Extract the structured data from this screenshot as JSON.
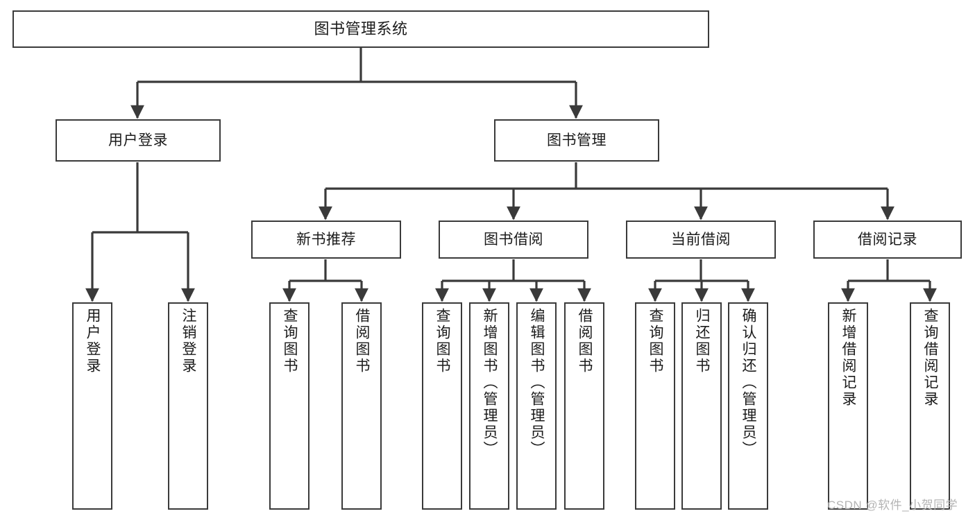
{
  "diagram": {
    "type": "tree-hierarchy",
    "title": "图书管理系统",
    "orientation": "top-down",
    "watermark": "CSDN @软件_小贺同学",
    "colors": {
      "box_border": "#3a3a3a",
      "box_fill": "#ffffff",
      "edge": "#3a3a3a",
      "text": "#1b1b1b",
      "watermark": "#b4b4b4",
      "background": "#ffffff"
    },
    "nodes": {
      "root": {
        "label": "图书管理系统",
        "level": 0
      },
      "level1": [
        {
          "id": "user-login",
          "label": "用户登录"
        },
        {
          "id": "book-manage",
          "label": "图书管理"
        }
      ],
      "level2": [
        {
          "id": "new-book-recommend",
          "label": "新书推荐",
          "parent": "book-manage"
        },
        {
          "id": "book-borrow",
          "label": "图书借阅",
          "parent": "book-manage"
        },
        {
          "id": "current-borrow",
          "label": "当前借阅",
          "parent": "book-manage"
        },
        {
          "id": "borrow-record",
          "label": "借阅记录",
          "parent": "book-manage"
        }
      ],
      "leaves": [
        {
          "id": "leaf-user-login",
          "label": "用户登录",
          "parent": "user-login"
        },
        {
          "id": "leaf-user-logout",
          "label": "注销登录",
          "parent": "user-login"
        },
        {
          "id": "leaf-query-book-1",
          "label": "查询图书",
          "parent": "new-book-recommend"
        },
        {
          "id": "leaf-borrow-book-1",
          "label": "借阅图书",
          "parent": "new-book-recommend"
        },
        {
          "id": "leaf-query-book-2",
          "label": "查询图书",
          "parent": "book-borrow"
        },
        {
          "id": "leaf-add-book",
          "label": "新增图书（管理员）",
          "parent": "book-borrow"
        },
        {
          "id": "leaf-edit-book",
          "label": "编辑图书（管理员）",
          "parent": "book-borrow"
        },
        {
          "id": "leaf-borrow-book-2",
          "label": "借阅图书",
          "parent": "book-borrow"
        },
        {
          "id": "leaf-query-book-3",
          "label": "查询图书",
          "parent": "current-borrow"
        },
        {
          "id": "leaf-return-book",
          "label": "归还图书",
          "parent": "current-borrow"
        },
        {
          "id": "leaf-confirm-return",
          "label": "确认归还（管理员）",
          "parent": "current-borrow"
        },
        {
          "id": "leaf-add-record",
          "label": "新增借阅记录",
          "parent": "borrow-record"
        },
        {
          "id": "leaf-query-record",
          "label": "查询借阅记录",
          "parent": "borrow-record"
        }
      ]
    }
  }
}
